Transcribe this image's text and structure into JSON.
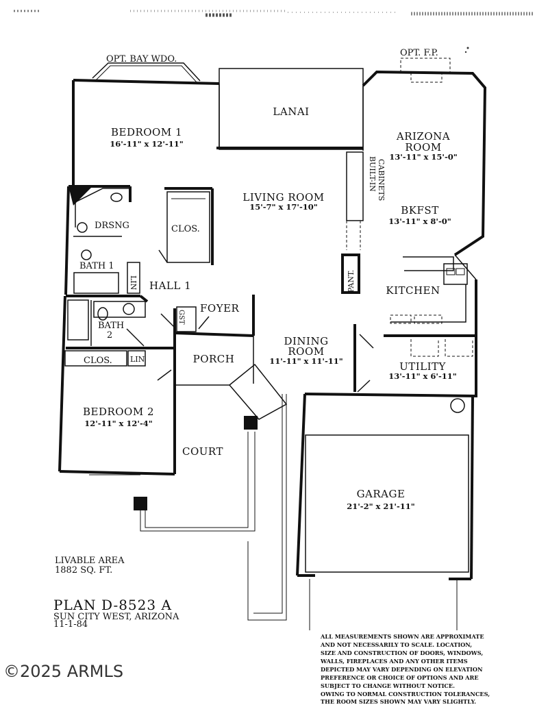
{
  "plan": {
    "title": "PLAN D-8523 A",
    "location": "SUN CITY WEST, ARIZONA",
    "date": "11-1-84",
    "livable_area_label": "LIVABLE AREA",
    "livable_area_value": "1882 SQ. FT."
  },
  "options": {
    "bay_window": "OPT. BAY WDO.",
    "fireplace": "OPT. F.P."
  },
  "rooms": {
    "lanai": "LANAI",
    "bedroom1": {
      "name": "BEDROOM 1",
      "dims": "16'-11\" x 12'-11\""
    },
    "arizona_room": {
      "name_line1": "ARIZONA",
      "name_line2": "ROOM",
      "dims": "13'-11\" x 15'-0\""
    },
    "living_room": {
      "name": "LIVING ROOM",
      "dims": "15'-7\" x 17'-10\""
    },
    "built_in_line1": "BUILT-IN",
    "built_in_line2": "CABINETS",
    "bkfst": {
      "name": "BKFST",
      "dims": "13'-11\" x 8'-0\""
    },
    "drsng": "DRSNG",
    "clos1": "CLOS.",
    "bath1": "BATH 1",
    "lin1": "LIN",
    "hall1": "HALL 1",
    "pant": "PANT.",
    "kitchen": "KITCHEN",
    "bath2_line1": "BATH",
    "bath2_line2": "2",
    "gst": "GST",
    "foyer": "FOYER",
    "dining_room": {
      "name_line1": "DINING",
      "name_line2": "ROOM",
      "dims": "11'-11\" x 11'-11\""
    },
    "clos2": "CLOS.",
    "lin2": "LIN",
    "porch": "PORCH",
    "utility": {
      "name": "UTILITY",
      "dims": "13'-11\" x 6'-11\""
    },
    "bedroom2": {
      "name": "BEDROOM 2",
      "dims": "12'-11\" x 12'-4\""
    },
    "court": "COURT",
    "garage": {
      "name": "GARAGE",
      "dims": "21'-2\" x 21'-11\""
    }
  },
  "disclaimer": [
    "ALL MEASUREMENTS SHOWN ARE APPROXIMATE",
    "AND NOT NECESSARILY TO SCALE. LOCATION,",
    "SIZE AND CONSTRUCTION OF DOORS, WINDOWS,",
    "WALLS, FIREPLACES AND ANY OTHER ITEMS",
    "DEPICTED MAY VARY DEPENDING ON ELEVATION",
    "PREFERENCE OR CHOICE OF OPTIONS AND ARE",
    "SUBJECT TO CHANGE WITHOUT NOTICE.",
    "OWING TO NORMAL CONSTRUCTION TOLERANCES,",
    "THE ROOM SIZES SHOWN MAY VARY SLIGHTLY."
  ],
  "watermark": "©2025 ARMLS"
}
